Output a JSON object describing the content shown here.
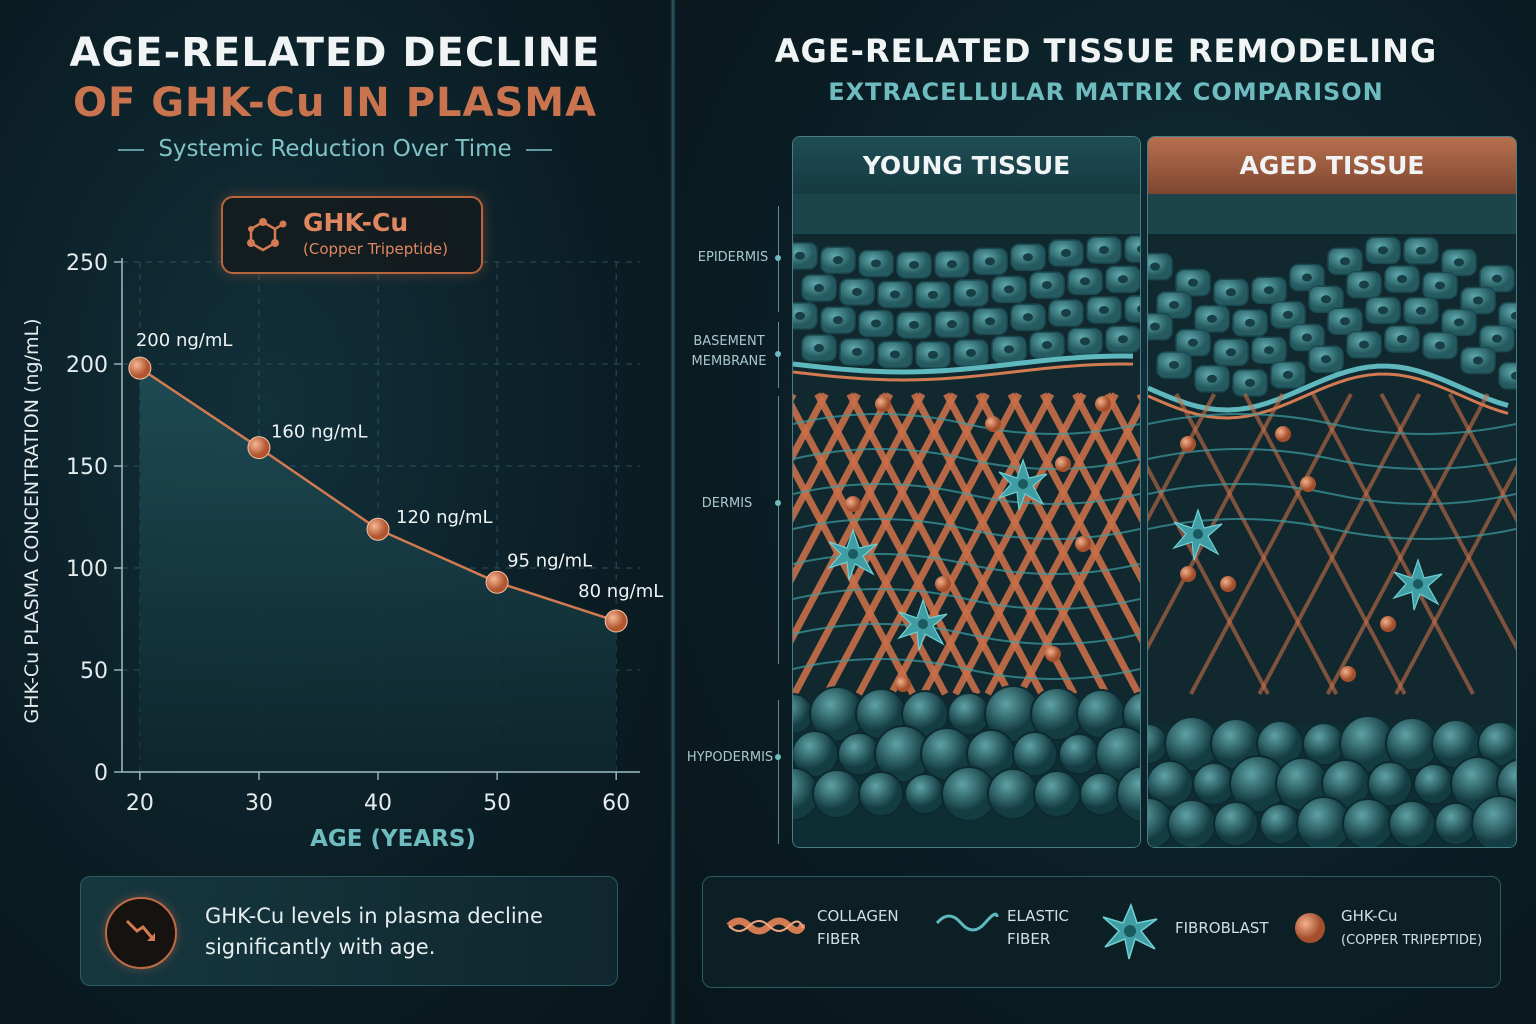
{
  "left": {
    "title_line1": "AGE-RELATED DECLINE",
    "title_line2": "OF GHK-Cu IN PLASMA",
    "subtitle": "Systemic Reduction Over Time",
    "badge": {
      "name": "GHK-Cu",
      "sub": "(Copper Tripeptide)"
    },
    "note": "GHK-Cu levels in plasma decline significantly with age."
  },
  "chart_data": {
    "type": "line",
    "x": [
      20,
      30,
      40,
      50,
      60
    ],
    "values": [
      198,
      159,
      119,
      93,
      74
    ],
    "point_labels": [
      "200 ng/mL",
      "160 ng/mL",
      "120 ng/mL",
      "95 ng/mL",
      "80 ng/mL"
    ],
    "xlabel": "AGE (YEARS)",
    "ylabel": "GHK-Cu PLASMA CONCENTRATION (ng/mL)",
    "xticks": [
      "20",
      "30",
      "40",
      "50",
      "60"
    ],
    "yticks": [
      "0",
      "50",
      "100",
      "150",
      "200",
      "250"
    ],
    "xlim": [
      18.5,
      62
    ],
    "ylim": [
      0,
      250
    ],
    "grid": true,
    "fill": "area",
    "colors": {
      "line": "#d27a52",
      "fill": "#1f4c55",
      "marker": "#e08a5f"
    }
  },
  "right": {
    "title": "AGE-RELATED TISSUE REMODELING",
    "subtitle": "EXTRACELLULAR MATRIX COMPARISON",
    "panels": {
      "young": "YOUNG TISSUE",
      "aged": "AGED TISSUE"
    },
    "layers": {
      "epidermis": "EPIDERMIS",
      "basement_line1": "BASEMENT",
      "basement_line2": "MEMBRANE",
      "dermis": "DERMIS",
      "hypodermis": "HYPODERMIS"
    },
    "legend": {
      "collagen_line1": "COLLAGEN",
      "collagen_line2": "FIBER",
      "elastic_line1": "ELASTIC",
      "elastic_line2": "FIBER",
      "fibroblast": "FIBROBLAST",
      "ghk_line1": "GHK-Cu",
      "ghk_line2": "(COPPER TRIPEPTIDE)"
    }
  }
}
